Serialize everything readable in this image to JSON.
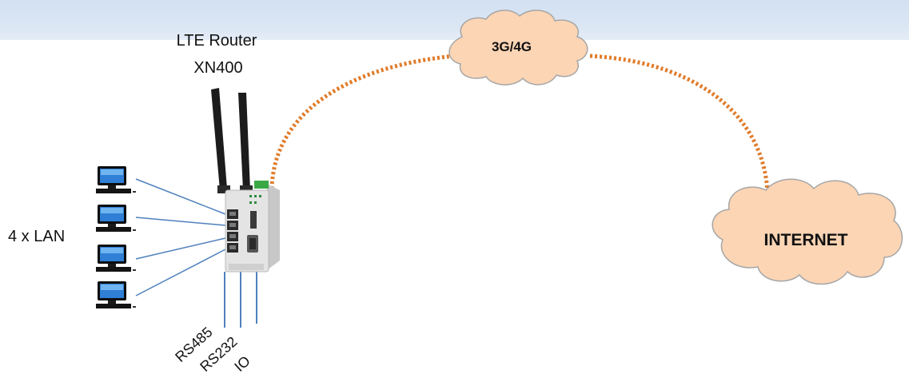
{
  "router": {
    "label_line1": "LTE Router",
    "label_line2": "XN400"
  },
  "clouds": {
    "mobile_network": "3G/4G",
    "internet": "INTERNET"
  },
  "lan": {
    "label": "4 x LAN",
    "computer_count": 4
  },
  "serial_ports": [
    "RS485",
    "RS232",
    "IO"
  ],
  "colors": {
    "cloud_fill": "#fcd5b5",
    "cloud_stroke": "#a6a6a6",
    "dotted_link": "#e07b29",
    "lan_cable": "#4f81bd",
    "header_band": "#d2e0f1",
    "router_body": "#dedede",
    "antenna": "#1c1c1c"
  }
}
